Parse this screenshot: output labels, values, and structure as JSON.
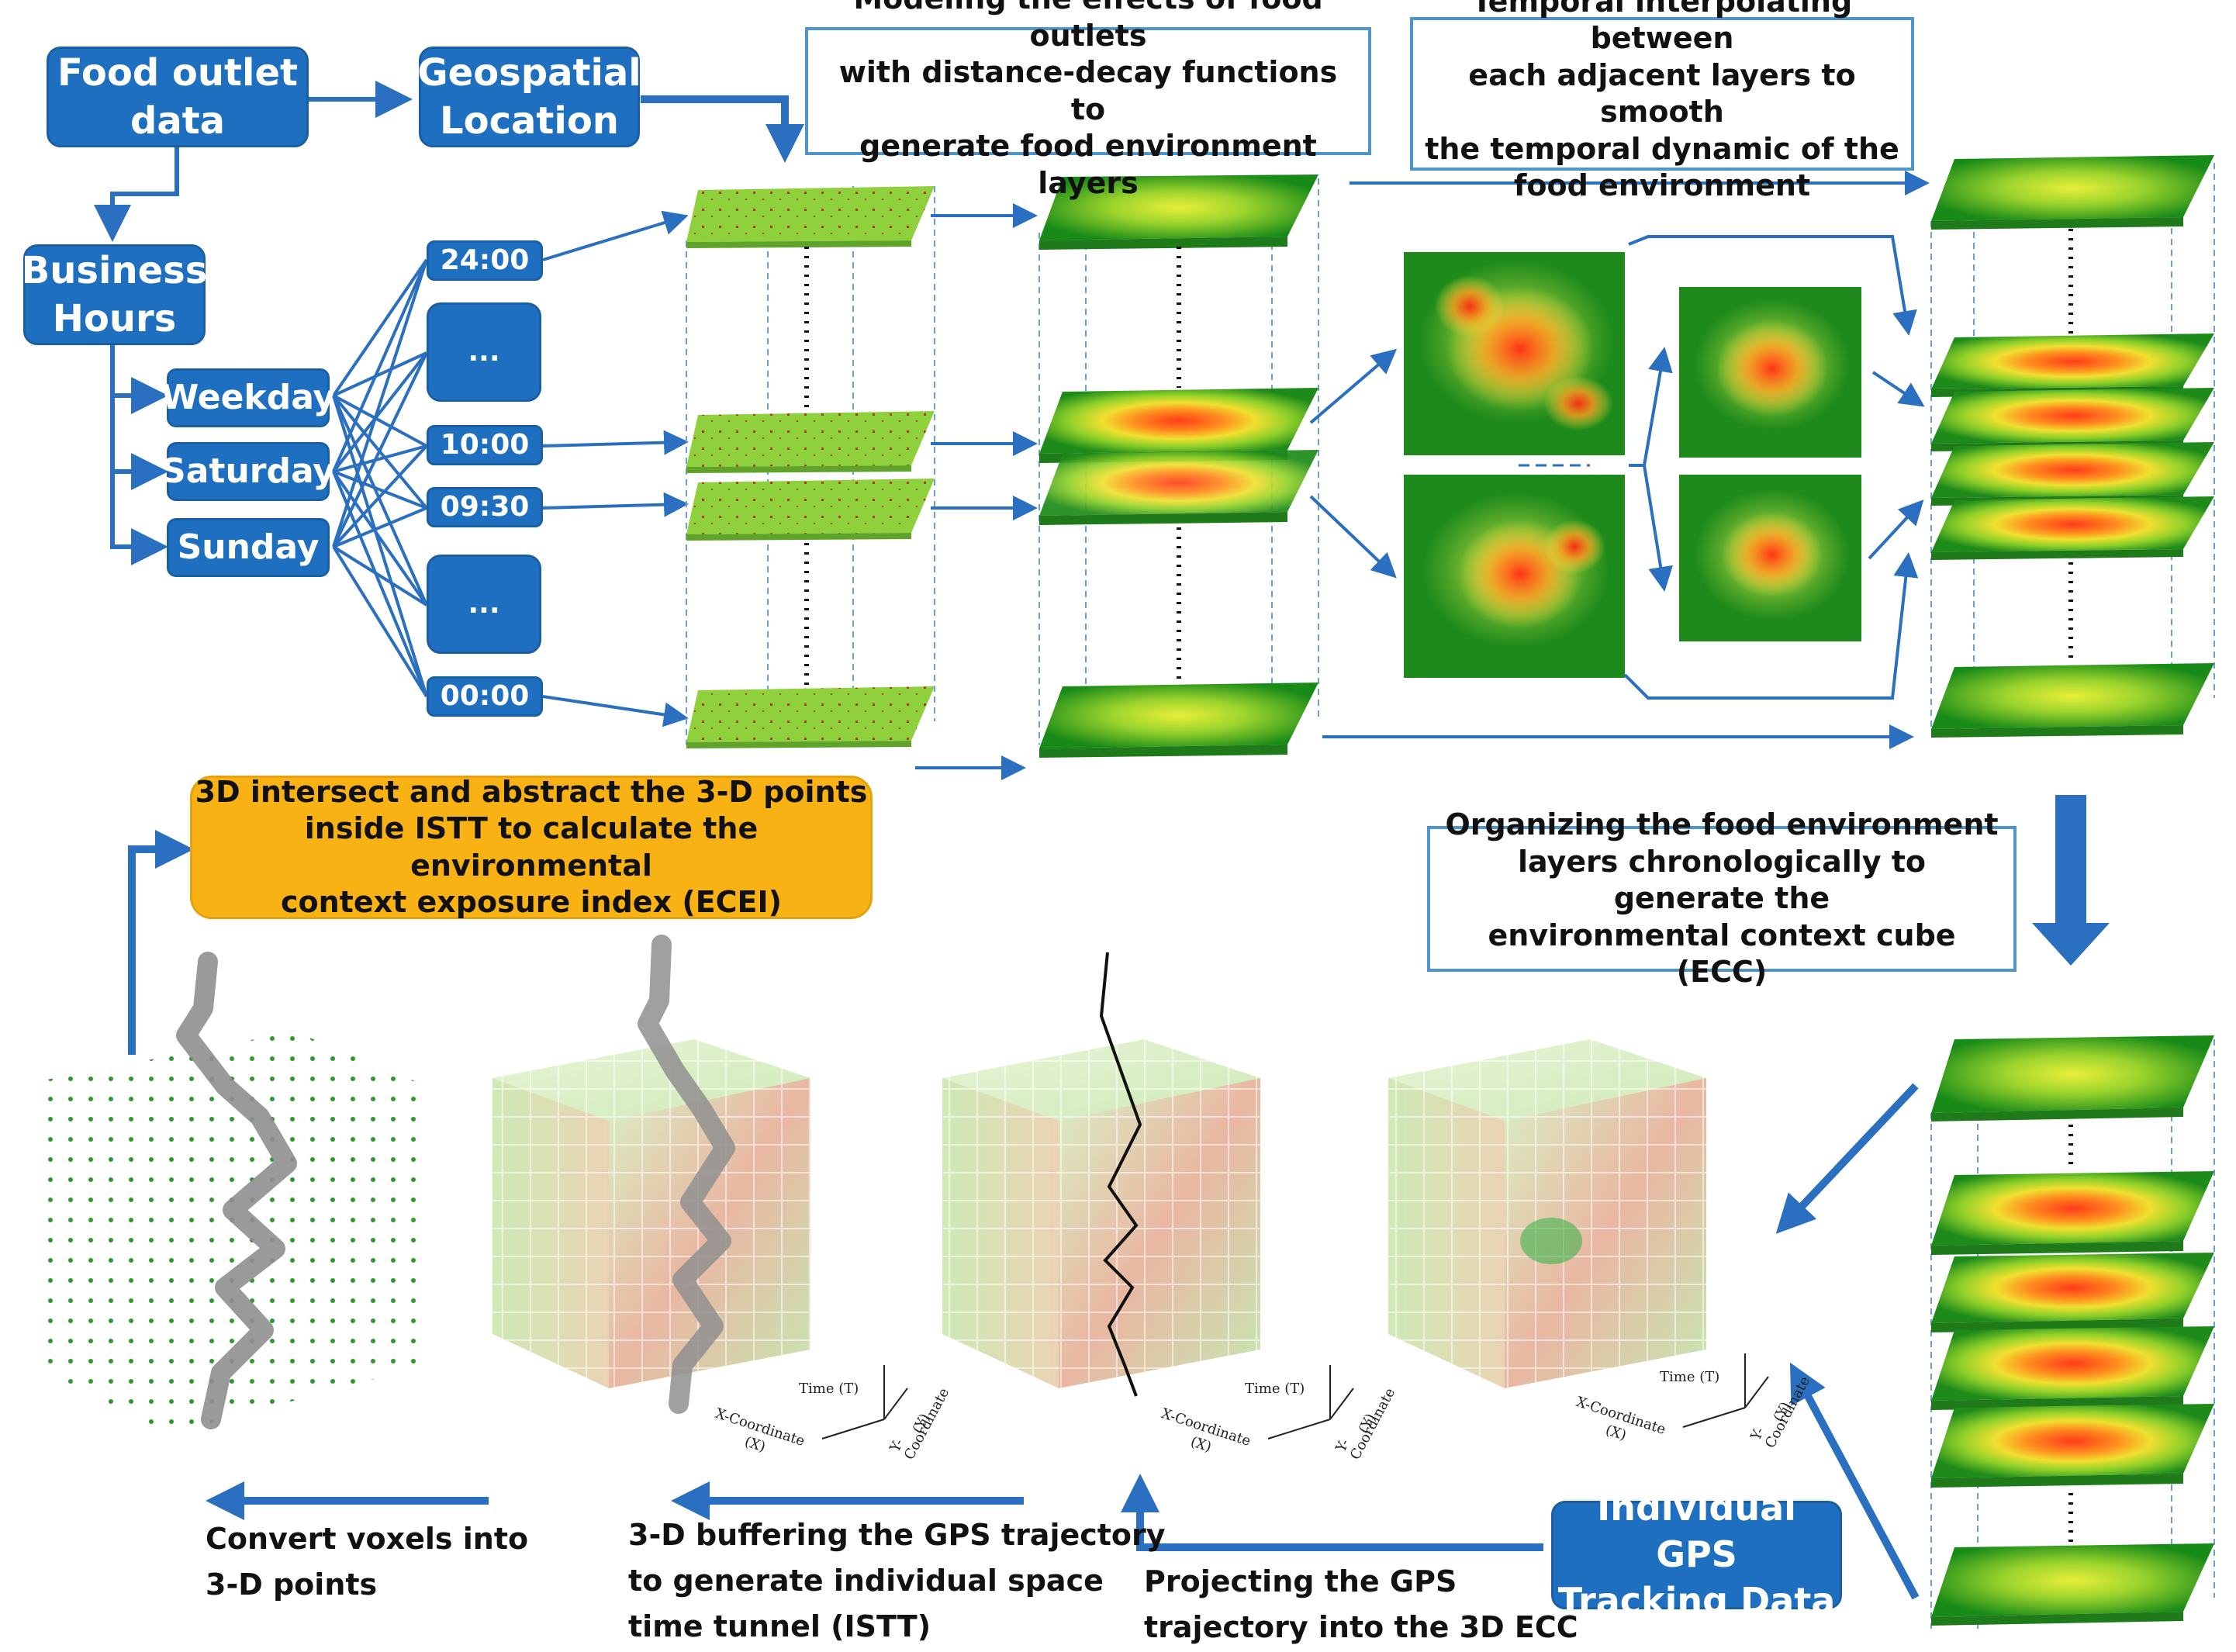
{
  "boxes": {
    "food_outlet": "Food outlet data",
    "geospatial": "Geospatial Location",
    "business_hours": "Business Hours",
    "weekday": "Weekday",
    "saturday": "Saturday",
    "sunday": "Sunday",
    "time_2400": "24:00",
    "time_ellipsis_1": "...",
    "time_1000": "10:00",
    "time_0930": "09:30",
    "time_ellipsis_2": "...",
    "time_0000": "00:00",
    "gps_line1": "Individual GPS",
    "gps_line2": "Tracking Data"
  },
  "callouts": {
    "modeling_l1": "Modeling the effects of food outlets",
    "modeling_l2": "with distance-decay functions to",
    "modeling_l3": "generate food environment layers",
    "temporal_l1": "Temporal interpolating between",
    "temporal_l2": "each adjacent layers to smooth",
    "temporal_l3": "the temporal dynamic of the",
    "temporal_l4": "food environment",
    "organizing_l1": "Organizing the food environment",
    "organizing_l2": "layers chronologically to generate the",
    "organizing_l3": "environmental context cube (ECC)",
    "intersect_l1": "3D intersect and abstract the 3-D points",
    "intersect_l2": "inside ISTT to calculate the environmental",
    "intersect_l3": "context exposure index (ECEI)"
  },
  "captions": {
    "convert_l1": "Convert voxels into",
    "convert_l2": "3-D points",
    "buffer_l1": "3-D buffering the GPS trajectory",
    "buffer_l2": "to generate individual space",
    "buffer_l3": "time tunnel (ISTT)",
    "project_l1": "Projecting the GPS",
    "project_l2": "trajectory into the 3D ECC"
  },
  "axes": {
    "time": "Time (T)",
    "x_label": "X-Coordinate",
    "x_sym": "(X)",
    "y_label": "Y-Coordinate",
    "y_sym": "(Y)"
  },
  "colors": {
    "box_blue": "#1f6fc1",
    "outline_blue": "#4f95cc",
    "arrow_blue": "#2a6fc0",
    "highlight_orange": "#f9b213"
  }
}
